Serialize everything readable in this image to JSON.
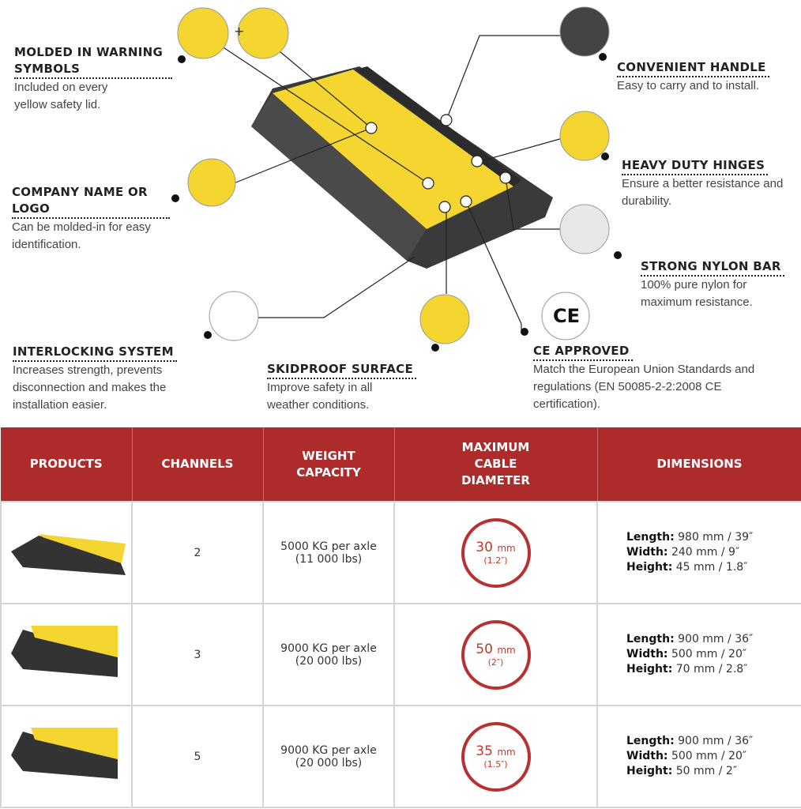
{
  "features": [
    {
      "title": "MOLDED IN WARNING SYMBOLS",
      "desc": "Included on every yellow safety lid."
    },
    {
      "title": "COMPANY NAME OR LOGO",
      "desc": "Can be molded-in for easy identification."
    },
    {
      "title": "INTERLOCKING SYSTEM",
      "desc": "Increases strength, prevents disconnection and makes the installation easier."
    },
    {
      "title": "SKIDPROOF SURFACE",
      "desc": "Improve safety in all weather conditions."
    },
    {
      "title": "CE APPROVED",
      "desc": "Match the European Union Standards and regulations (EN 50085-2-2:2008 CE certification)."
    },
    {
      "title": "CONVENIENT HANDLE",
      "desc": "Easy to carry and to install."
    },
    {
      "title": "HEAVY DUTY HINGES",
      "desc": "Ensure a better resistance and durability."
    },
    {
      "title": "STRONG NYLON BAR",
      "desc": "100% pure nylon for maximum resistance."
    }
  ],
  "plus_sign": "+",
  "ce_mark": "CE",
  "colors": {
    "header": "#ad2b2b",
    "yellow": "#f5d630",
    "rubber": "#3a3a3a",
    "ring": "#b83030"
  },
  "table": {
    "headers": [
      "PRODUCTS",
      "CHANNELS",
      "WEIGHT CAPACITY",
      "MAXIMUM CABLE DIAMETER",
      "DIMENSIONS"
    ],
    "rows": [
      {
        "channels": "2",
        "weight": "5000 KG per axle",
        "weight_lbs": "(11 000 lbs)",
        "diam": "30",
        "diam_unit": "mm",
        "diam_in": "(1.2″)",
        "length": "980 mm / 39″",
        "width": "240 mm / 9″",
        "height": "45 mm / 1.8″"
      },
      {
        "channels": "3",
        "weight": "9000 KG per axle",
        "weight_lbs": "(20 000 lbs)",
        "diam": "50",
        "diam_unit": "mm",
        "diam_in": "(2″)",
        "length": "900 mm / 36″",
        "width": "500 mm / 20″",
        "height": "70 mm / 2.8″"
      },
      {
        "channels": "5",
        "weight": "9000 KG per axle",
        "weight_lbs": "(20 000 lbs)",
        "diam": "35",
        "diam_unit": "mm",
        "diam_in": "(1.5″)",
        "length": "900 mm / 36″",
        "width": "500 mm / 20″",
        "height": "50 mm / 2″"
      }
    ],
    "dim_labels": {
      "length": "Length:",
      "width": "Width:",
      "height": "Height:"
    }
  }
}
